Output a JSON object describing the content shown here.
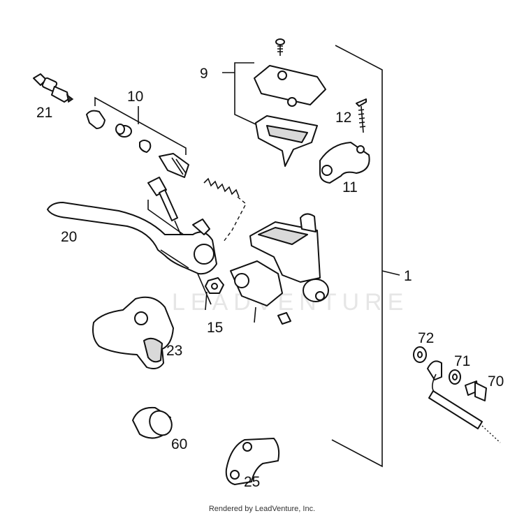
{
  "diagram": {
    "callouts": {
      "p1": "1",
      "p9": "9",
      "p10": "10",
      "p11": "11",
      "p12": "12",
      "p15": "15",
      "p20": "20",
      "p21": "21",
      "p23": "23",
      "p25": "25",
      "p60": "60",
      "p70": "70",
      "p71": "71",
      "p72": "72"
    },
    "watermark": "LEADVENTURE",
    "footer": "Rendered by LeadVenture, Inc."
  }
}
